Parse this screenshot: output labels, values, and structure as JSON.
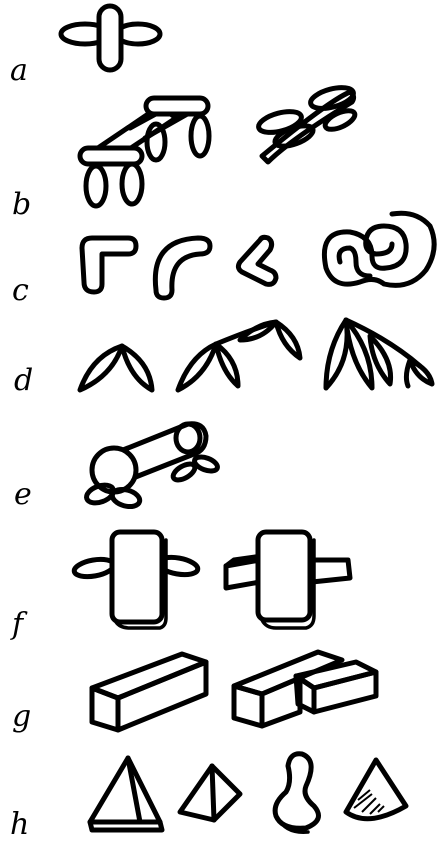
{
  "rows": [
    {
      "label": "a"
    },
    {
      "label": "b"
    },
    {
      "label": "c"
    },
    {
      "label": "d"
    },
    {
      "label": "e"
    },
    {
      "label": "f"
    },
    {
      "label": "g"
    },
    {
      "label": "h"
    }
  ],
  "colors": {
    "ink": "#000000",
    "background": "#ffffff"
  }
}
